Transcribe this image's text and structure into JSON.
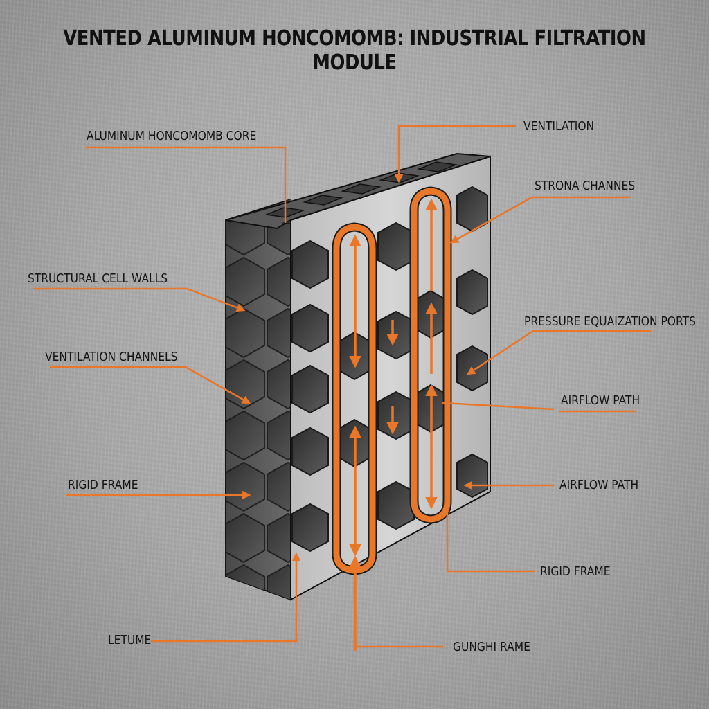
{
  "title": "VENTED ALUMINUM HONCOMOMB: INDUSTRIAL FILTRATION MODULE",
  "colors": {
    "background": "#a9a9a9",
    "accent": "#e8772a",
    "panel_face": "#c9c9c9",
    "cell_dark": "#3f3f3f",
    "text": "#141414"
  },
  "labels": {
    "left": [
      {
        "id": "aluminum-honeycomb-core",
        "text": "ALUMINUM HONCOMOMB CORE"
      },
      {
        "id": "structural-cell-walls",
        "text": "STRUCTURAL CELL WALLS"
      },
      {
        "id": "ventilation-channels",
        "text": "VENTILATION CHANNELS"
      },
      {
        "id": "rigid-frame-left",
        "text": "RIGID FRAME"
      },
      {
        "id": "letume",
        "text": "LETUME"
      }
    ],
    "right": [
      {
        "id": "ventilation",
        "text": "VENTILATION"
      },
      {
        "id": "strona-channes",
        "text": "STRONA CHANNES"
      },
      {
        "id": "pressure-equalization-ports",
        "text": "PRESSURE EQUAIZATION PORTS"
      },
      {
        "id": "airflow-path-1",
        "text": "AIRFLOW PATH"
      },
      {
        "id": "airflow-path-2",
        "text": "AIRFLOW PATH"
      },
      {
        "id": "rigid-frame-right",
        "text": "RIGID FRAME"
      },
      {
        "id": "gunghi-rame",
        "text": "GUNGHI RAME"
      }
    ]
  },
  "icons": {
    "arrow": "arrow-icon",
    "hex_cell": "hexagon-cell-icon",
    "loop": "airflow-loop-icon"
  }
}
